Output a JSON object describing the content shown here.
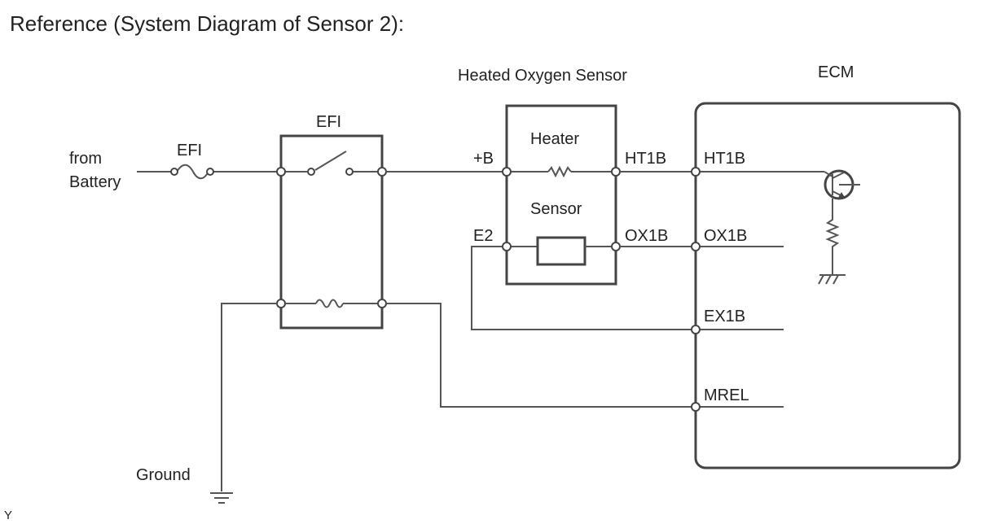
{
  "title": "Reference (System Diagram of Sensor 2):",
  "battery": {
    "line1": "from",
    "line2": "Battery"
  },
  "fuse_label": "EFI",
  "relay_label": "EFI",
  "ground_label": "Ground",
  "sensor": {
    "title": "Heated Oxygen Sensor",
    "heater_label": "Heater",
    "sensor_label": "Sensor",
    "plus_b": "+B",
    "e2": "E2",
    "ht1b": "HT1B",
    "ox1b": "OX1B"
  },
  "ecm": {
    "title": "ECM",
    "ht1b": "HT1B",
    "ox1b": "OX1B",
    "ex1b": "EX1B",
    "mrel": "MREL"
  },
  "corner_mark": "Y"
}
